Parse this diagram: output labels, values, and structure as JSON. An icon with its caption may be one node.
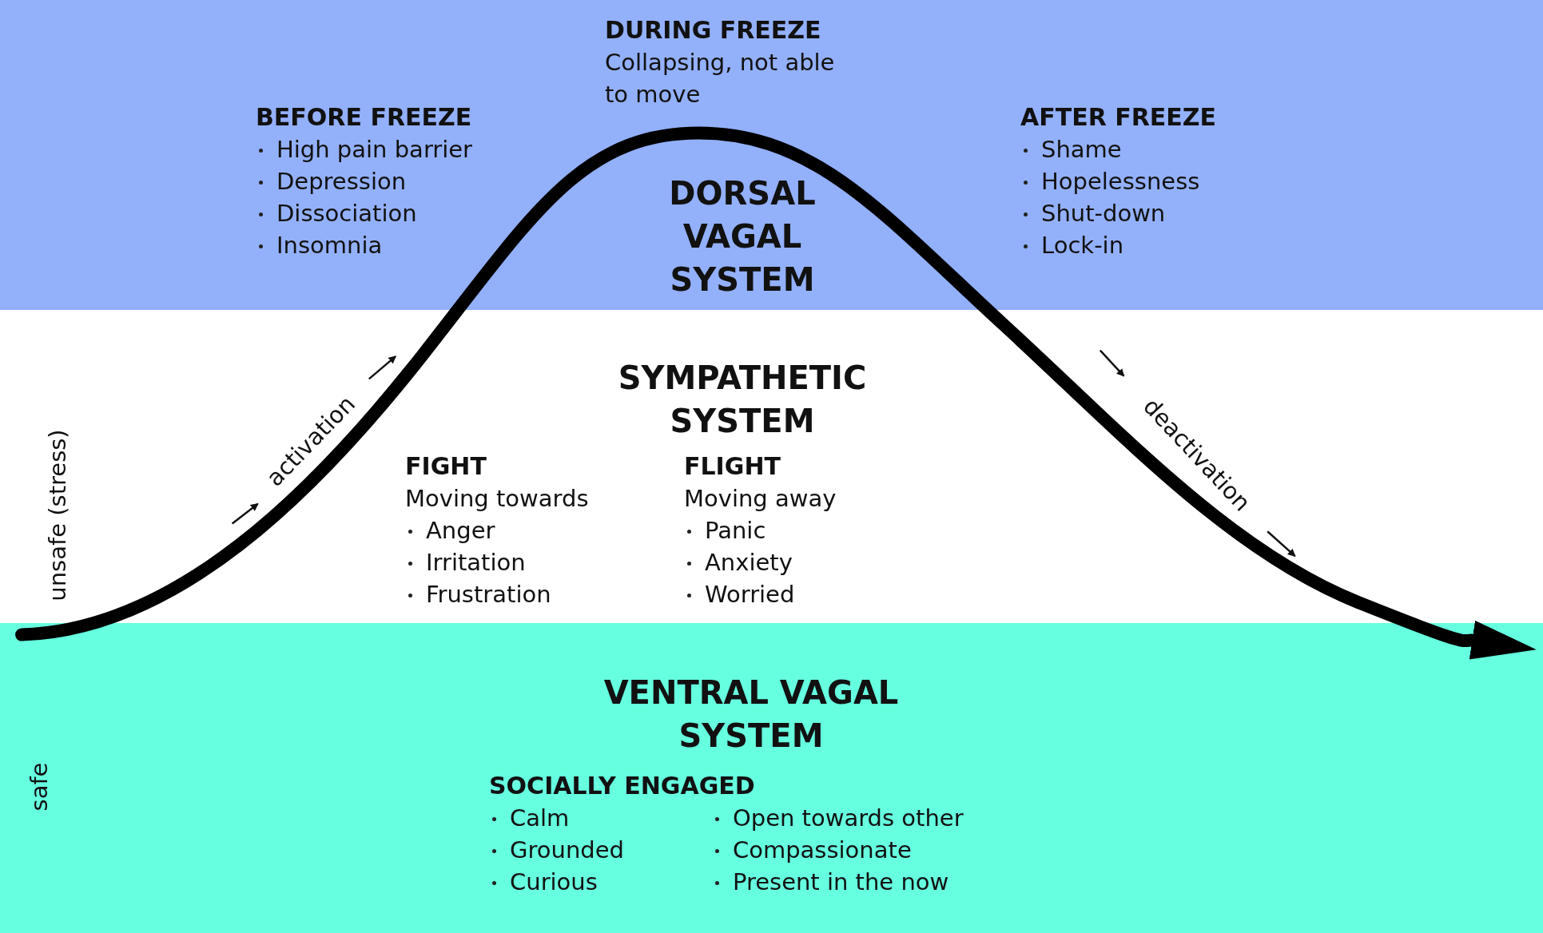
{
  "diagram": {
    "nodes": [
      {
        "text": [
          "DORSAL VAGAL SYSTEM"
        ]
      },
      {
        "text": [
          "DURING FREEZE",
          "Collapsing, not able to move"
        ],
        "in": 0
      },
      {
        "text": [
          "BEFORE FREEZE",
          "High pain barrier",
          "Depression",
          "Dissociation",
          "Insomnia"
        ],
        "in": 0
      },
      {
        "text": [
          "AFTER FREEZE",
          "Shame",
          "Hopelessness",
          "Shut-down",
          "Lock-in"
        ],
        "in": 0
      },
      {
        "text": [
          "SYMPATHETIC SYSTEM"
        ]
      },
      {
        "text": [
          "FIGHT",
          "Moving towards",
          "Anger",
          "Irritation",
          "Frustration"
        ],
        "in": 4
      },
      {
        "text": [
          "FLIGHT",
          "Moving away",
          "Panic",
          "Anxiety",
          "Worried"
        ],
        "in": 4
      },
      {
        "text": [
          "VENTRAL VAGAL SYSTEM"
        ]
      },
      {
        "text": [
          "SOCIALLY ENGAGED",
          "Calm",
          "Grounded",
          "Curious",
          "Open towards other",
          "Compassionate",
          "Present in the now"
        ],
        "in": 7
      }
    ],
    "edges": [],
    "labels": [
      "activation",
      "deactivation",
      "unsafe (stress)",
      "safe"
    ]
  }
}
